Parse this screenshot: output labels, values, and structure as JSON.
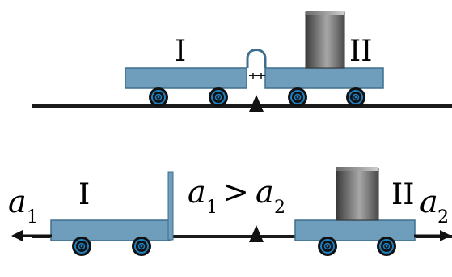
{
  "top_scene": {
    "cart1_label": "I",
    "cart2_label": "II"
  },
  "bottom_scene": {
    "cart1_label": "I",
    "cart2_label": "II",
    "accel_left": {
      "symbol": "a",
      "subscript": "1"
    },
    "accel_right": {
      "symbol": "a",
      "subscript": "2"
    },
    "relation": {
      "left_symbol": "a",
      "left_sub": "1",
      "operator": ">",
      "right_symbol": "a",
      "right_sub": "2"
    }
  },
  "colors": {
    "cart_body": "#6f9dbc",
    "cart_edge": "#3e6f8c",
    "track": "#1a1a1a",
    "wheel_ring": "#1f7fbf",
    "weight_dark": "#4a4a4a",
    "weight_light": "#9a9a9a"
  },
  "icons": [
    "cart-icon",
    "wheel-icon",
    "weight-cylinder-icon",
    "spring-clip-icon",
    "pivot-triangle-icon",
    "arrow-left-icon",
    "arrow-right-icon"
  ]
}
